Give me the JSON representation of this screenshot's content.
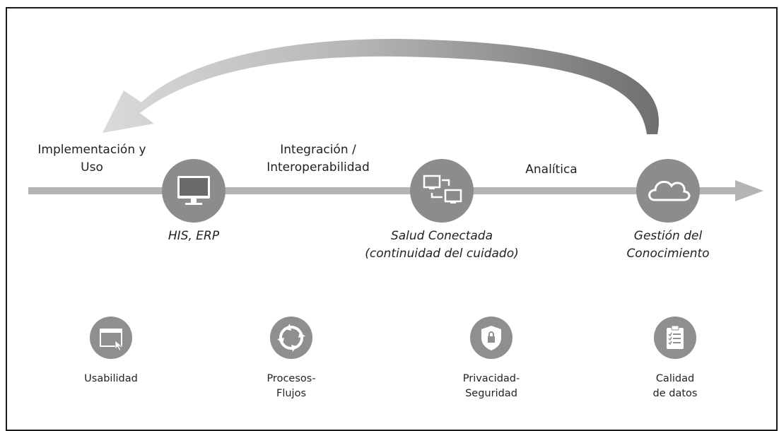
{
  "stages": {
    "implementacion": "Implementación y\nUso",
    "integracion": "Integración /\nInteroperabilidad",
    "analitica": "Analítica"
  },
  "nodes": {
    "his": {
      "label": "HIS, ERP",
      "icon": "monitor-icon"
    },
    "salud": {
      "label": "Salud Conectada\n(continuidad del cuidado)",
      "icon": "connected-computers-icon"
    },
    "gestion": {
      "label": "Gestión del\nConocimiento",
      "icon": "cloud-icon"
    }
  },
  "features": [
    {
      "label": "Usabilidad",
      "icon": "window-cursor-icon"
    },
    {
      "label": "Procesos-\nFlujos",
      "icon": "cycle-arrows-icon"
    },
    {
      "label": "Privacidad-\nSeguridad",
      "icon": "shield-lock-icon"
    },
    {
      "label": "Calidad\nde datos",
      "icon": "clipboard-checklist-icon"
    }
  ],
  "colors": {
    "timeline": "#b4b4b4",
    "node_fill": "#8c8c8c",
    "arc_dark": "#7a7a7a",
    "arc_light": "#d8d8d8"
  }
}
